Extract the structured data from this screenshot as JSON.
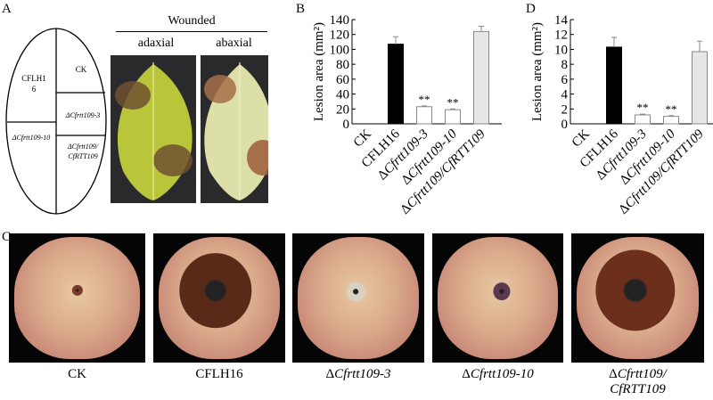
{
  "panel_labels": {
    "a": "A",
    "b": "B",
    "c": "C",
    "d": "D"
  },
  "panel_a": {
    "header": "Wounded",
    "sides": [
      "adaxial",
      "abaxial"
    ],
    "diagram": {
      "cflh16": "CFLH1\n6",
      "ck": "CK",
      "d3": "ΔCfrtt109-3",
      "d10": "ΔCfrtt109-10",
      "comp1": "ΔCfrtt109/",
      "comp2": "CfRTT109"
    }
  },
  "panel_c": {
    "labels": [
      {
        "prefix": "",
        "italic": "",
        "plain": "CK"
      },
      {
        "prefix": "",
        "italic": "",
        "plain": "CFLH16"
      },
      {
        "prefix": "Δ",
        "italic": "Cfrtt109-3",
        "plain": ""
      },
      {
        "prefix": "Δ",
        "italic": "Cfrtt109-10",
        "plain": ""
      },
      {
        "prefix": "Δ",
        "italic": "Cfrtt109/",
        "plain": "",
        "line2": "CfRTT109"
      }
    ]
  },
  "chart_data": [
    {
      "type": "bar",
      "panel": "B",
      "ylabel": "Lesion area (mm²)",
      "ylim": [
        0,
        140
      ],
      "yticks": [
        0,
        20,
        40,
        60,
        80,
        100,
        120,
        140
      ],
      "categories": [
        "CK",
        "CFLH16",
        "ΔCfrtt109-3",
        "ΔCfrtt109-10",
        "ΔCfrtt109/CfRTT109"
      ],
      "values": [
        0,
        107,
        23,
        19,
        124
      ],
      "errors": [
        0,
        10,
        1,
        1,
        7
      ],
      "significance": [
        "",
        "",
        "**",
        "**",
        ""
      ],
      "colors": [
        "#000000",
        "#000000",
        "#ffffff",
        "#ffffff",
        "#e6e6e6"
      ]
    },
    {
      "type": "bar",
      "panel": "D",
      "ylabel": "Lesion area (mm²)",
      "ylim": [
        0,
        14
      ],
      "yticks": [
        0,
        2,
        4,
        6,
        8,
        10,
        12,
        14
      ],
      "categories": [
        "CK",
        "CFLH16",
        "ΔCfrtt109-3",
        "ΔCfrtt109-10",
        "ΔCfrtt109/CfRTT109"
      ],
      "values": [
        0,
        10.3,
        1.2,
        1.0,
        9.7
      ],
      "errors": [
        0,
        1.3,
        0.1,
        0.1,
        1.4
      ],
      "significance": [
        "",
        "",
        "**",
        "**",
        ""
      ],
      "colors": [
        "#000000",
        "#000000",
        "#ffffff",
        "#ffffff",
        "#e6e6e6"
      ]
    }
  ]
}
